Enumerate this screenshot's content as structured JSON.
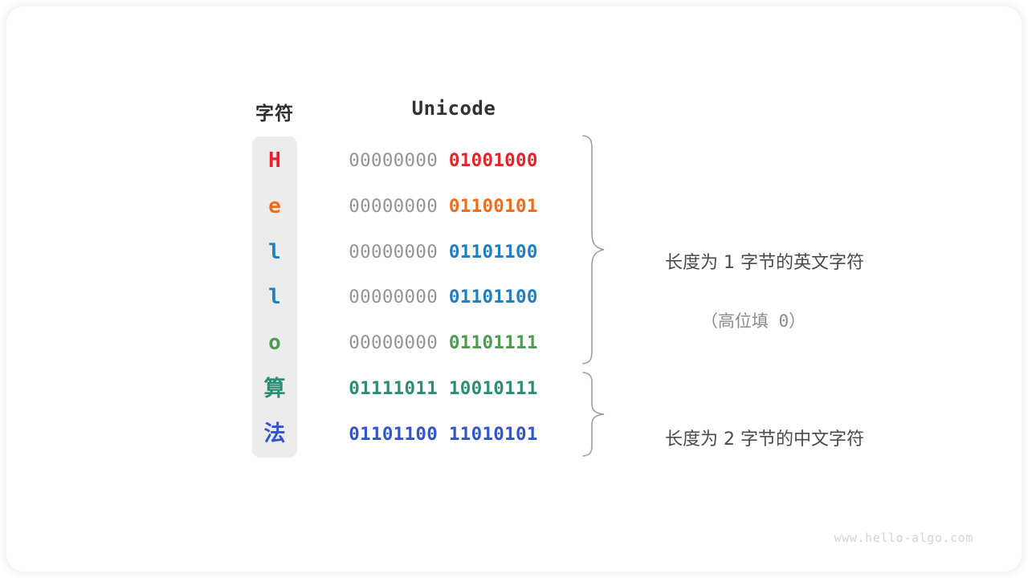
{
  "figure": {
    "headers": {
      "char": "字符",
      "unicode": "Unicode"
    },
    "rows": [
      {
        "char": "H",
        "char_color": "#e8222a",
        "high_byte": "00000000",
        "low_byte": "01001000",
        "bits_color": "#e8222a",
        "cjk": false
      },
      {
        "char": "e",
        "char_color": "#ef6c1a",
        "high_byte": "00000000",
        "low_byte": "01100101",
        "bits_color": "#ef6c1a",
        "cjk": false
      },
      {
        "char": "l",
        "char_color": "#1f7fc0",
        "high_byte": "00000000",
        "low_byte": "01101100",
        "bits_color": "#1f7fc0",
        "cjk": false
      },
      {
        "char": "l",
        "char_color": "#1f7fc0",
        "high_byte": "00000000",
        "low_byte": "01101100",
        "bits_color": "#1f7fc0",
        "cjk": false
      },
      {
        "char": "o",
        "char_color": "#4e9a51",
        "high_byte": "00000000",
        "low_byte": "01101111",
        "bits_color": "#4e9a51",
        "cjk": false
      },
      {
        "char": "算",
        "char_color": "#2e8b77",
        "high_byte": "01111011",
        "low_byte": "10010111",
        "bits_color": "#2e8b77",
        "cjk": true
      },
      {
        "char": "法",
        "char_color": "#3355cc",
        "high_byte": "01101100",
        "low_byte": "11010101",
        "bits_color": "#3355cc",
        "cjk": true
      }
    ],
    "annotations": {
      "group_1_line_1": "长度为 1 字节的英文字符",
      "group_1_line_2": "（高位填 0）",
      "group_2_line_1": "长度为 2 字节的中文字符"
    },
    "watermark": "www.hello-algo.com",
    "colors": {
      "card_background": "#ffffff",
      "char_column_background": "#ececec",
      "high_byte_gray": "#949494",
      "annotation_text": "#4a4a4a",
      "annotation_sub_text": "#8a8a8a",
      "brace_stroke": "#9e9e9e",
      "watermark_text": "#d4d4d4"
    }
  }
}
